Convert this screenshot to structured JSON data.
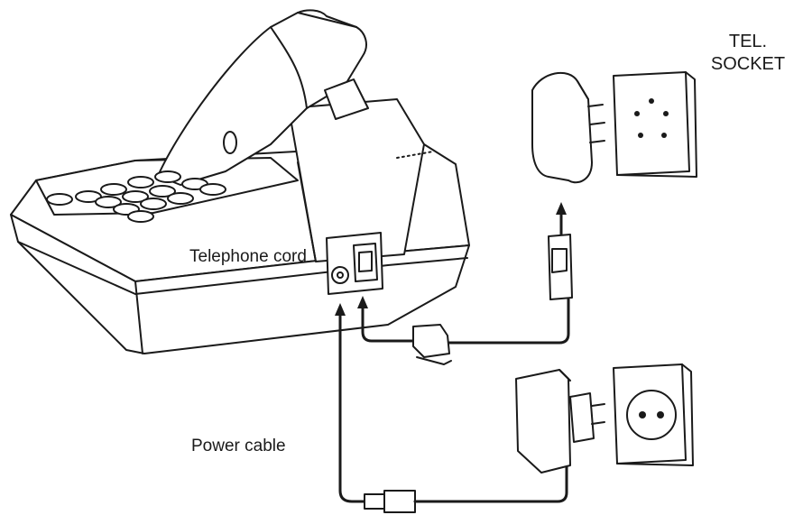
{
  "labels": {
    "tel_socket_line1": "TEL.",
    "tel_socket_line2": "SOCKET",
    "telephone_cord": "Telephone cord",
    "power_cable": "Power cable"
  },
  "colors": {
    "line": "#1a1a1a",
    "background": "#ffffff"
  }
}
